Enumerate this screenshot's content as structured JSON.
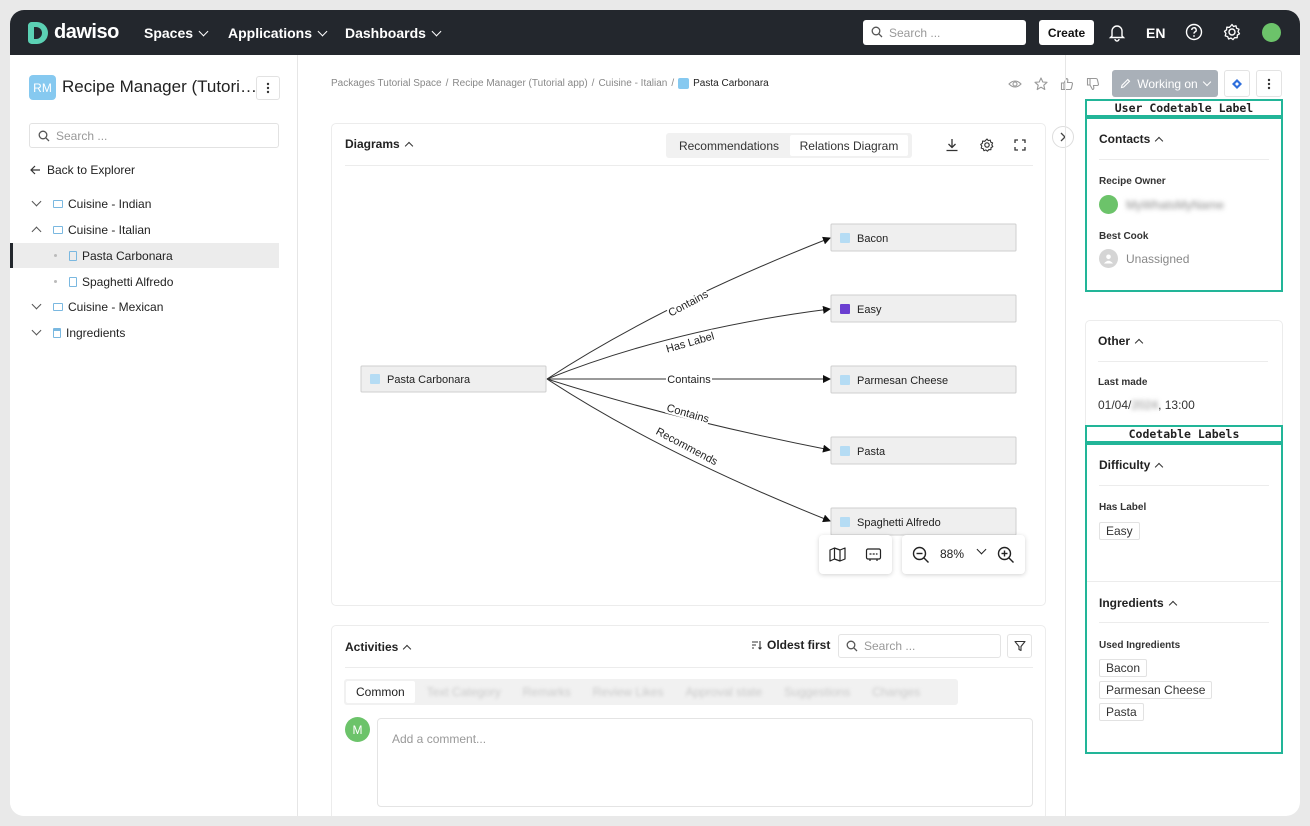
{
  "brand": {
    "name": "dawiso"
  },
  "topnav": {
    "items": [
      {
        "label": "Spaces"
      },
      {
        "label": "Applications"
      },
      {
        "label": "Dashboards"
      }
    ],
    "search_placeholder": "Search ...",
    "create_label": "Create",
    "language": "EN"
  },
  "sidebar": {
    "app_badge": "RM",
    "app_title": "Recipe Manager (Tutorial app)",
    "search_placeholder": "Search ...",
    "back_label": "Back to Explorer",
    "tree": [
      {
        "label": "Cuisine - Indian"
      },
      {
        "label": "Cuisine - Italian"
      },
      {
        "label": "Pasta Carbonara"
      },
      {
        "label": "Spaghetti Alfredo"
      },
      {
        "label": "Cuisine - Mexican"
      },
      {
        "label": "Ingredients"
      }
    ]
  },
  "breadcrumb": {
    "items": [
      "Packages Tutorial Space",
      "Recipe Manager (Tutorial app)",
      "Cuisine - Italian"
    ],
    "separator": "/",
    "current": "Pasta Carbonara"
  },
  "actions": {
    "working_on_label": "Working on"
  },
  "diagrams": {
    "title": "Diagrams",
    "tabs": [
      {
        "label": "Recommendations"
      },
      {
        "label": "Relations Diagram"
      }
    ],
    "zoom_level": "88%",
    "source_node": "Pasta Carbonara",
    "nodes": [
      "Bacon",
      "Easy",
      "Parmesan Cheese",
      "Pasta",
      "Spaghetti Alfredo"
    ],
    "edges": [
      {
        "label": "Contains"
      },
      {
        "label": "Has Label"
      },
      {
        "label": "Contains"
      },
      {
        "label": "Contains"
      },
      {
        "label": "Recommends"
      }
    ]
  },
  "activities": {
    "title": "Activities",
    "sort_label": "Oldest first",
    "search_placeholder": "Search ...",
    "tabs": [
      {
        "label": "Common"
      },
      {
        "label": "Text Category"
      },
      {
        "label": "Remarks"
      },
      {
        "label": "Review Likes"
      },
      {
        "label": "Approval state"
      },
      {
        "label": "Suggestions"
      },
      {
        "label": "Changes"
      }
    ],
    "avatar_initial": "M",
    "comment_placeholder": "Add a comment..."
  },
  "right_panel": {
    "user_label_caption": "User Codetable Label",
    "contacts": {
      "title": "Contacts",
      "recipe_owner_label": "Recipe Owner",
      "recipe_owner_value": "MyWhatsMyName",
      "best_cook_label": "Best Cook",
      "best_cook_value": "Unassigned"
    },
    "other": {
      "title": "Other",
      "last_made_label": "Last made",
      "last_made_date_prefix": "01/04/",
      "last_made_year": "2024",
      "last_made_time": ", 13:00"
    },
    "codetable_labels_caption": "Codetable Labels",
    "difficulty": {
      "title": "Difficulty",
      "has_label_label": "Has Label",
      "has_label_value": "Easy"
    },
    "ingredients": {
      "title": "Ingredients",
      "used_label": "Used Ingredients",
      "items": [
        "Bacon",
        "Parmesan Cheese",
        "Pasta"
      ]
    }
  },
  "colors": {
    "topbar": "#23272d",
    "accent_teal": "#22b598",
    "avatar_green": "#6cc36a",
    "node_fill": "#efefef"
  }
}
